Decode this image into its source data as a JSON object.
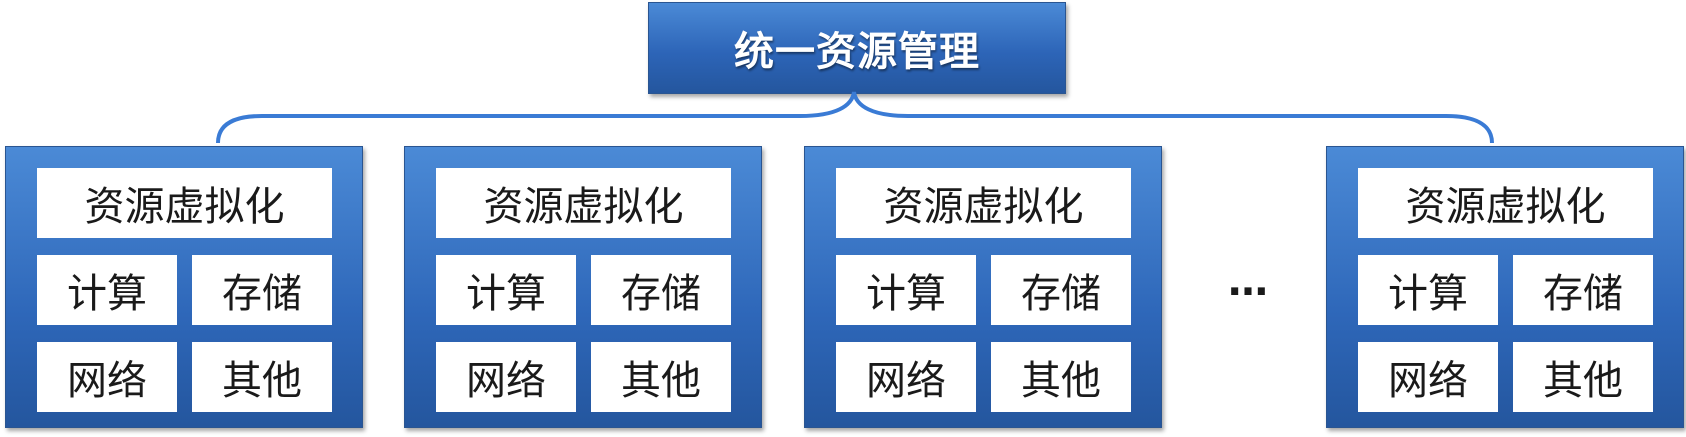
{
  "top": {
    "title": "统一资源管理"
  },
  "units": [
    {
      "header": "资源虚拟化",
      "cells": [
        "计算",
        "存储",
        "网络",
        "其他"
      ]
    },
    {
      "header": "资源虚拟化",
      "cells": [
        "计算",
        "存储",
        "网络",
        "其他"
      ]
    },
    {
      "header": "资源虚拟化",
      "cells": [
        "计算",
        "存储",
        "网络",
        "其他"
      ]
    },
    {
      "header": "资源虚拟化",
      "cells": [
        "计算",
        "存储",
        "网络",
        "其他"
      ]
    }
  ],
  "ellipsis": "…",
  "colors": {
    "box_top": "#4b8ad6",
    "box_bottom": "#24569e",
    "brace": "#3a7bd5",
    "cell": "#ffffff"
  }
}
